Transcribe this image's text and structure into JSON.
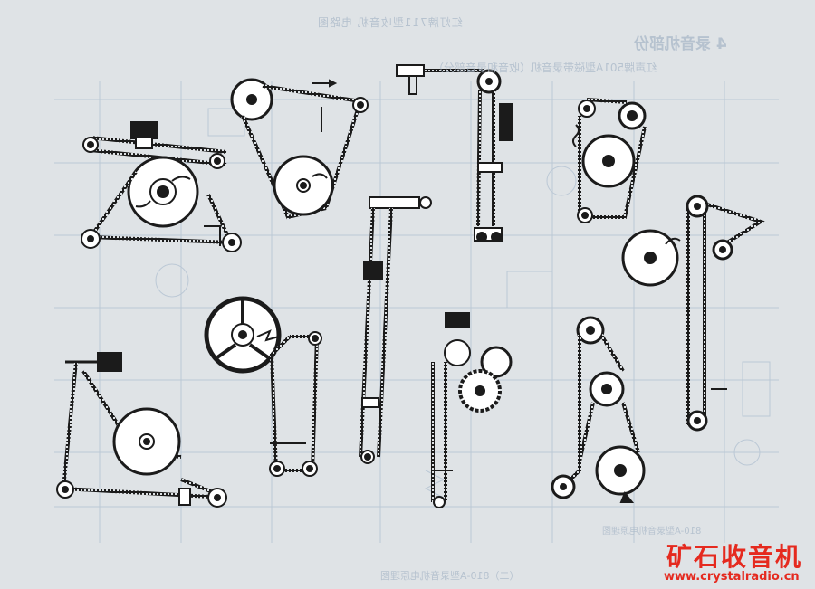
{
  "page": {
    "background_color": "#dfe3e6",
    "ink_color": "#1b1b1b",
    "bleed_color": "#a9b8c8"
  },
  "bleed_through_text": {
    "header": "红灯牌711型收音机 电路图",
    "section": "4 录音机部份",
    "subhead": "红声牌501A型磁带录音机（收音和录音部分）",
    "caption_1": "810-A型录音机电原理图",
    "caption_2": "（二）810-A型录音机电原理图"
  },
  "watermark": {
    "logo": "矿石收音机",
    "url": "www.crystalradio.cn",
    "color": "#e52a1f"
  },
  "diagrams": [
    {
      "id": "capstan-belt-large-pulley",
      "position_word": "top-left"
    },
    {
      "id": "two-pulley-loop",
      "position_word": "top-center-left"
    },
    {
      "id": "spindle-gear-string",
      "position_word": "top-center-right"
    },
    {
      "id": "dial-pulley-small-idler",
      "position_word": "top-right"
    },
    {
      "id": "vertical-slider-rail",
      "position_word": "center"
    },
    {
      "id": "spoked-wheel-loop",
      "position_word": "center-left"
    },
    {
      "id": "knob-pulley-triangle",
      "position_word": "bottom-left"
    },
    {
      "id": "gear-train-slider",
      "position_word": "bottom-center"
    },
    {
      "id": "tall-loop-idlers",
      "position_word": "right"
    },
    {
      "id": "three-pulley-chain",
      "position_word": "bottom-right"
    }
  ]
}
